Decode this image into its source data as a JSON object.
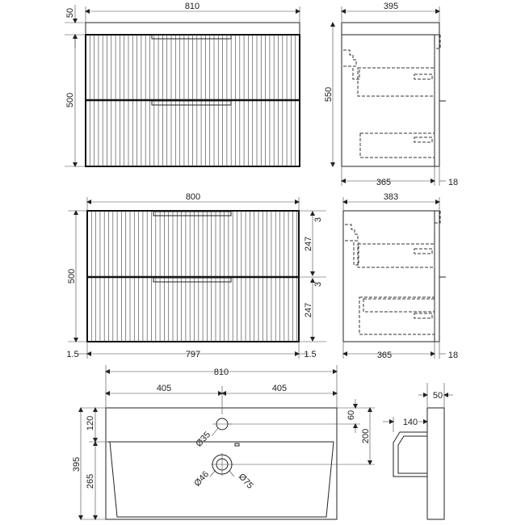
{
  "view1": {
    "width": "810",
    "top_thickness": "50",
    "height": "500",
    "side_depth": "395",
    "side_height": "550",
    "side_body": "365",
    "side_front": "18"
  },
  "view2": {
    "width": "800",
    "height": "500",
    "gap_top": "3",
    "drawer1": "247",
    "gap_mid": "3",
    "drawer2": "247",
    "margin_left": "1.5",
    "inner_width": "797",
    "margin_right": "1.5",
    "side_depth": "383",
    "side_body": "365",
    "side_front": "18"
  },
  "basin": {
    "width": "810",
    "half_left": "405",
    "half_right": "405",
    "tap_offset": "120",
    "bowl_depth": "265",
    "depth": "395",
    "tap_to_edge": "60",
    "waste_to_back": "200",
    "tap_hole": "Ø35",
    "waste_inner": "Ø46",
    "waste_outer": "Ø75",
    "profile_depth": "140",
    "profile_top": "50"
  }
}
